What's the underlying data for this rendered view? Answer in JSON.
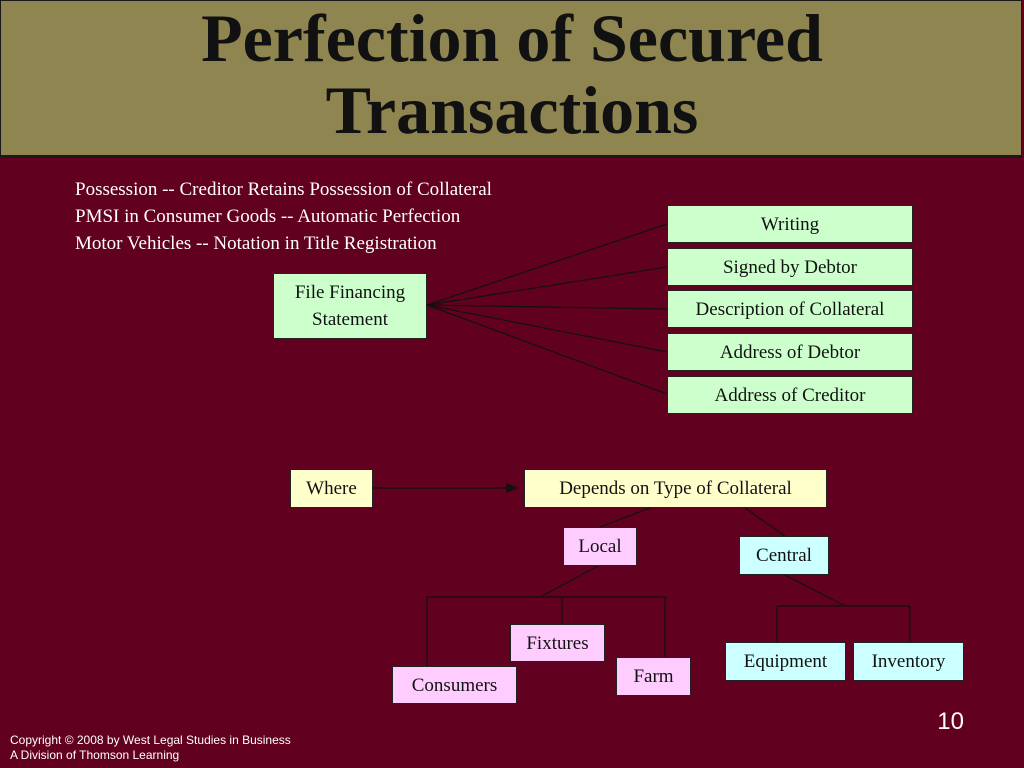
{
  "title": {
    "line1": "Perfection of Secured",
    "line2": "Transactions"
  },
  "bullets": [
    "Possession -- Creditor Retains Possession of Collateral",
    "PMSI in Consumer Goods -- Automatic Perfection",
    "Motor Vehicles -- Notation in Title Registration"
  ],
  "filing": {
    "label_line1": "File Financing",
    "label_line2": "Statement",
    "requirements": [
      "Writing",
      "Signed by Debtor",
      "Description of Collateral",
      "Address of Debtor",
      "Address of Creditor"
    ]
  },
  "where": {
    "label": "Where",
    "depends": "Depends on Type of Collateral",
    "local": {
      "label": "Local",
      "children": [
        "Consumers",
        "Fixtures",
        "Farm"
      ]
    },
    "central": {
      "label": "Central",
      "children": [
        "Equipment",
        "Inventory"
      ]
    }
  },
  "footer": {
    "copyright": "Copyright © 2008 by West Legal Studies in Business",
    "division": "A Division of Thomson Learning",
    "page": "10"
  },
  "colors": {
    "background": "#620020",
    "title_bar": "#8e8551",
    "green": "#ccffcc",
    "yellow": "#ffffcc",
    "pink": "#ffccff",
    "cyan": "#ccffff"
  }
}
